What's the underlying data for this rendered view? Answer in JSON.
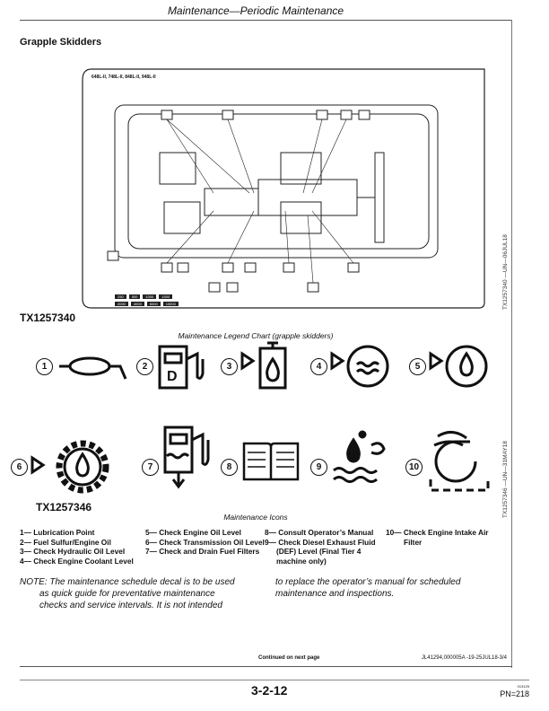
{
  "header": {
    "title": "Maintenance—Periodic Maintenance"
  },
  "section_title": "Grapple Skidders",
  "figure1": {
    "models": "648L-II, 748L-II, 848L-II, 948L-II",
    "intervals_row1": [
      "250",
      "500",
      "1000",
      "1500"
    ],
    "intervals_row2": [
      "2000",
      "4000",
      "6000",
      "10000"
    ],
    "id": "TX1257340",
    "side_id": "TX1257340 —UN—06JUL18"
  },
  "legend_chart_caption": "Maintenance Legend Chart (grapple skidders)",
  "icons": [
    {
      "n": "1",
      "icon": "grease-gun-icon"
    },
    {
      "n": "2",
      "icon": "fuel-pump-icon"
    },
    {
      "n": "3",
      "icon": "hydraulic-oil-icon"
    },
    {
      "n": "4",
      "icon": "engine-coolant-icon"
    },
    {
      "n": "5",
      "icon": "engine-oil-icon"
    },
    {
      "n": "6",
      "icon": "transmission-oil-icon"
    },
    {
      "n": "7",
      "icon": "fuel-filter-icon"
    },
    {
      "n": "8",
      "icon": "manual-icon"
    },
    {
      "n": "9",
      "icon": "def-icon"
    },
    {
      "n": "10",
      "icon": "air-filter-icon"
    }
  ],
  "figure2": {
    "id": "TX1257346",
    "side_id": "TX1257346 —UN—31MAY18",
    "caption": "Maintenance Icons"
  },
  "legend": {
    "col1": [
      "1— Lubrication Point",
      "2— Fuel Sulfur/Engine Oil",
      "3— Check Hydraulic Oil Level",
      "4— Check Engine Coolant Level"
    ],
    "col2": [
      "5— Check Engine Oil Level",
      "6— Check Transmission Oil Level",
      "7— Check and Drain Fuel Filters"
    ],
    "col3": [
      "8— Consult Operator’s Manual",
      "9— Check Diesel Exhaust Fluid",
      "(DEF) Level (Final Tier 4",
      "machine only)"
    ],
    "col4": [
      "10— Check Engine Intake Air",
      "Filter"
    ]
  },
  "note": {
    "left": [
      "NOTE: The maintenance schedule decal is to be used",
      "as quick guide for preventative maintenance",
      "checks and service intervals.  It is not intended"
    ],
    "right": [
      "to replace the operator’s manual for scheduled",
      "maintenance and inspections."
    ]
  },
  "footer": {
    "continued": "Continued on next page",
    "doc_id": "JL41294,000005A -19-25JUL18-3/4",
    "page_number": "3-2-12",
    "small_code": "013125",
    "pn": "PN=218"
  }
}
